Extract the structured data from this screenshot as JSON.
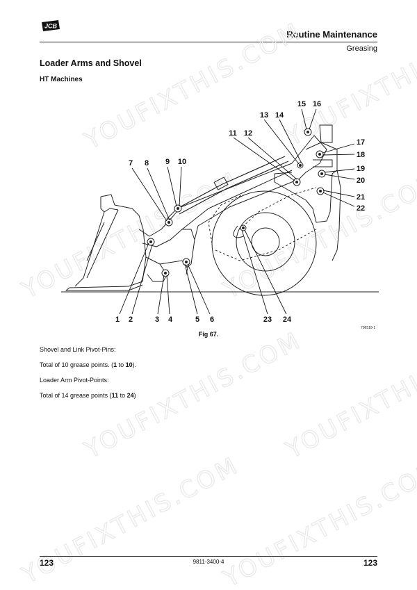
{
  "header": {
    "title": "Routine Maintenance",
    "subtitle": "Greasing"
  },
  "logo": {
    "text": "JCB"
  },
  "section_title": "Loader Arms and Shovel",
  "subsection_title": "HT Machines",
  "figure": {
    "callouts": [
      "1",
      "2",
      "3",
      "4",
      "5",
      "6",
      "7",
      "8",
      "9",
      "10",
      "11",
      "12",
      "13",
      "14",
      "15",
      "16",
      "17",
      "18",
      "19",
      "20",
      "21",
      "22",
      "23",
      "24"
    ],
    "caption": "Fig 67.",
    "id": "706510-1"
  },
  "body": {
    "p1": "Shovel and Link Pivot-Pins:",
    "p2_prefix": "Total of 10 grease points. (",
    "p2_from": "1",
    "p2_to_word": " to ",
    "p2_to": "10",
    "p2_suffix": ").",
    "p3": "Loader Arm Pivot-Points:",
    "p4_prefix": "Total of 14 grease points (",
    "p4_from": "11",
    "p4_to_word": " to ",
    "p4_to": "24",
    "p4_suffix": ")"
  },
  "watermark": "YOUFIXTHIS.COM",
  "footer": {
    "page_left": "123",
    "doc_number": "9811-3400-4",
    "page_right": "123"
  }
}
